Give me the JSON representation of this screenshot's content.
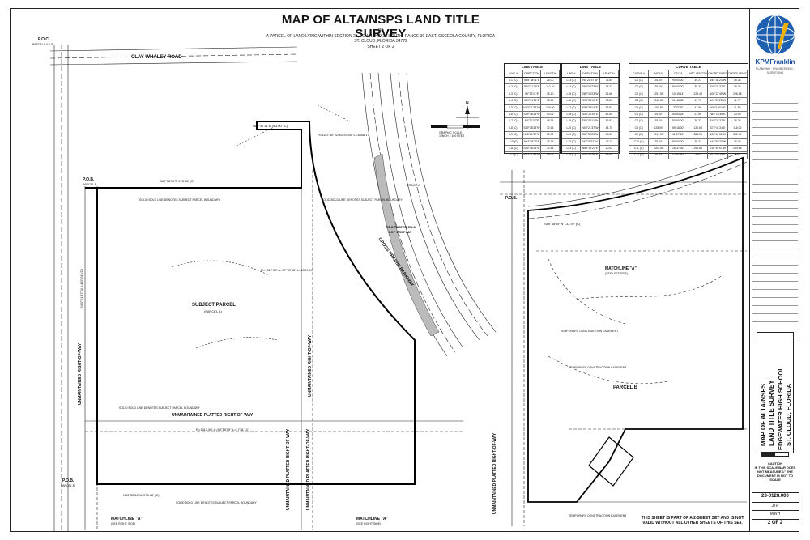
{
  "sheet": {
    "title": "MAP OF ALTA/NSPS LAND TITLE  SURVEY",
    "subtitle_lines": [
      "OF",
      "A PARCEL OF LAND LYING WITHIN SECTION 21, TOWNSHIP 26 SOUTH, RANGE 30 EAST, OSCEOLA COUNTY, FLORIDA",
      "ST. CLOUD, FLORIDA 34772",
      "SHEET 2 OF 2"
    ],
    "footer_note": "THIS SHEET IS PART OF A 2-SHEET SET AND IS NOT VALID WITHOUT ALL OTHER SHEETS OF THIS SET."
  },
  "titleblock": {
    "firm": "KPMFranklin",
    "firm_sub": "PLANNING · ENGINEERING · SURVEYING",
    "vertical_title": [
      "MAP OF ALTA/NSPS",
      "LAND TITLE SURVEY",
      "EDGEWATER HIGH SCHOOL",
      "ST. CLOUD, FLORIDA"
    ],
    "caution": "CAUTION",
    "caution_text": "IF THIS SCALE BAR DOES NOT MEASURE 1\" THE DOCUMENT IS NOT TO SCALE",
    "project_no": "23-0128.000",
    "drawn": "JTP",
    "checked": "MWH",
    "sheet": "2 OF 2"
  },
  "labels": {
    "clay_whaley": "CLAY WHALEY ROAD",
    "cross_prairie": "CROSS PRAIRIE PARKWAY",
    "subject_parcel": "SUBJECT PARCEL",
    "subject_parcel_sub": "(PARCEL A)",
    "parcel_b": "PARCEL B",
    "unmaint_row_bottom": "UNMAINTAINED PLATTED RIGHT-OF-WAY",
    "unmaint_row_left": "UNMAINTAINED RIGHT-OF-WAY",
    "unmaint_row_mid": "UNMAINTAINED RIGHT-OF-WAY",
    "unmaint_platted_1": "UNMAINTAINED PLATTED RIGHT-OF-WAY",
    "unmaint_platted_2": "UNMAINTAINED PLATTED RIGHT-OF-WAY",
    "unmaint_platted_3": "UNMAINTAINED PLATTED RIGHT-OF-WAY",
    "matchline_a_left": "MATCHLINE \"A\"",
    "matchline_a_left_sub": "(SEE RIGHT SIDE)",
    "matchline_a_mid": "MATCHLINE \"A\"",
    "matchline_a_mid_sub": "(SEE RIGHT SIDE)",
    "matchline_a_right": "MATCHLINE \"A\"",
    "matchline_a_right_sub": "(SEE LEFT SIDE)",
    "pob_parcel_a": "P.O.B.",
    "pob_parcel_a_sub": "PARCEL A",
    "pob_parcel_b": "P.O.B.",
    "pob_parcel_b_sub": "PARCEL B",
    "pob_right": "P.O.B.",
    "poc": "P.O.C.",
    "poc_sub": "PARCELS A & B",
    "bearing_top": "N89°37'11\"E 391.00' (C)",
    "bearing_north": "S89°38'11\"E 978.08' (C)",
    "bearing_west": "N00°21'37\"W 1,447.24' (C)",
    "bearing_bottom": "N89°33'56\"W 978.48' (C)",
    "bearing_right": "S89°48'39\"W 133.92' (C)",
    "curve_label_1": "R=1157.50' Δ=84°57'54\" L=1888.17'",
    "curve_label_2": "R=1317.50' Δ=57°49'08\" L=1329.49'",
    "curve_label_3": "R=1912.50' Δ=53°16'09\" L=1778.10'",
    "edgewater_ed": "EDGEWATER ED-8",
    "edgewater_lot": "LOT 1 REPLAT",
    "solid_bold_1": "SOLID BOLD LINE DENOTES SUBJECT PARCEL BOUNDARY",
    "solid_bold_2": "SOLID BOLD LINE DENOTES SUBJECT PARCEL BOUNDARY",
    "solid_bold_3": "SOLID BOLD LINE DENOTES SUBJECT PARCEL BOUNDARY",
    "solid_bold_4": "SOLID BOLD LINE DENOTES SUBJECT PARCEL BOUNDARY",
    "temp_easement_1": "TEMPORARY CONSTRUCTION EASEMENT",
    "temp_easement_2": "TEMPORARY CONSTRUCTION EASEMENT",
    "temp_easement_3": "TEMPORARY CONSTRUCTION EASEMENT",
    "scale_text": "GRAPHIC SCALE",
    "scale_unit": "1 INCH = 100 FEET",
    "tract_a": "TRACT A"
  },
  "tables": {
    "line_table_1": {
      "title": "LINE TABLE",
      "headers": [
        "LINE #",
        "DIRECTION",
        "LENGTH"
      ],
      "rows": [
        [
          "L1 (C)",
          "N89°38'11\"E",
          "25.00"
        ],
        [
          "L2 (C)",
          "S00°21'49\"E",
          "110.10"
        ],
        [
          "L3 (C)",
          "N0°12'11\"E",
          "75.10"
        ],
        [
          "L4 (C)",
          "S89°21'51\"E",
          "75.32"
        ],
        [
          "L5 (C)",
          "N00°21'37\"W",
          "100.00"
        ],
        [
          "L6 (C)",
          "S89°38'23\"W",
          "40.02"
        ],
        [
          "L7 (C)",
          "N0°21'37\"E",
          "48.93"
        ],
        [
          "L8 (C)",
          "S89°38'23\"W",
          "70.15"
        ],
        [
          "L9 (C)",
          "N00°21'37\"W",
          "39.02"
        ],
        [
          "L10 (C)",
          "N44°38'23\"E",
          "35.35"
        ],
        [
          "L11 (C)",
          "S89°38'23\"W",
          "70.15"
        ],
        [
          "L12 (C)",
          "N00°21'49\"W",
          "16.02"
        ]
      ]
    },
    "line_table_2": {
      "title": "LINE TABLE",
      "headers": [
        "LINE #",
        "DIRECTION",
        "LENGTH"
      ],
      "rows": [
        [
          "L13 (C)",
          "N0°21'37\"W",
          "76.54"
        ],
        [
          "L14 (C)",
          "N89°38'23\"W",
          "75.22"
        ],
        [
          "L15 (C)",
          "S89°38'23\"W",
          "91.66"
        ],
        [
          "L16 (C)",
          "S00°21'49\"E",
          "33.87"
        ],
        [
          "L17 (C)",
          "N89°38'11\"E",
          "99.92"
        ],
        [
          "L18 (C)",
          "S00°21'49\"E",
          "82.50"
        ],
        [
          "L19 (C)",
          "S89°38'11\"W",
          "99.92"
        ],
        [
          "L20 (C)",
          "N00°21'37\"W",
          "44.70"
        ],
        [
          "L21 (C)",
          "S89°38'23\"W",
          "40.03"
        ],
        [
          "L22 (C)",
          "N0°21'37\"W",
          "42.11"
        ],
        [
          "L23 (C)",
          "N89°38'23\"E",
          "20.02"
        ],
        [
          "L24 (C)",
          "S00°21'49\"E",
          "59.44"
        ]
      ]
    },
    "curve_table": {
      "title": "CURVE TABLE",
      "headers": [
        "CURVE #",
        "RADIUS",
        "DELTA",
        "ARC LENGTH",
        "CHORD DIRECTION",
        "CHORD LENGTH"
      ],
      "rows": [
        [
          "C1 (C)",
          "25.00'",
          "90°00'00\"",
          "39.27",
          "N44°38'23\"W",
          "35.36"
        ],
        [
          "C2 (C)",
          "25.00'",
          "90°00'00\"",
          "39.27",
          "S45°21'37\"E",
          "35.36"
        ],
        [
          "C3 (C)",
          "1257.50'",
          "10°19'14\"",
          "226.49",
          "N06°12'49\"W",
          "226.18"
        ],
        [
          "C4 (C)",
          "1342.50'",
          "01°46'58\"",
          "41.77",
          "N01°55'25\"W",
          "41.77"
        ],
        [
          "C5 (C)",
          "1157.50'",
          "2°03'25\"",
          "41.56",
          "N06°13'01\"E",
          "41.56"
        ],
        [
          "C6 (C)",
          "25.00'",
          "54°53'28\"",
          "23.95",
          "N62°28'39\"E",
          "23.05"
        ],
        [
          "C7 (C)",
          "25.00'",
          "90°00'00\"",
          "39.27",
          "S45°21'37\"E",
          "35.36"
        ],
        [
          "C8 (C)",
          "125.00'",
          "55°18'00\"",
          "120.65",
          "S72°41'24\"E",
          "116.02"
        ],
        [
          "C9 (C)",
          "1917.50'",
          "11°27'43\"",
          "383.59",
          "N06°16'31\"W",
          "382.94"
        ],
        [
          "C10 (C)",
          "25.00'",
          "90°00'00\"",
          "39.27",
          "N44°38'23\"W",
          "35.36"
        ],
        [
          "C11 (C)",
          "1002.50'",
          "16°37'26\"",
          "290.88",
          "S18°39'57\"W",
          "289.86"
        ],
        [
          "C12 (C)",
          "25.00'",
          "12°51'50\"",
          "5.61",
          "N12°45'19\"E",
          "5.60"
        ]
      ]
    }
  }
}
